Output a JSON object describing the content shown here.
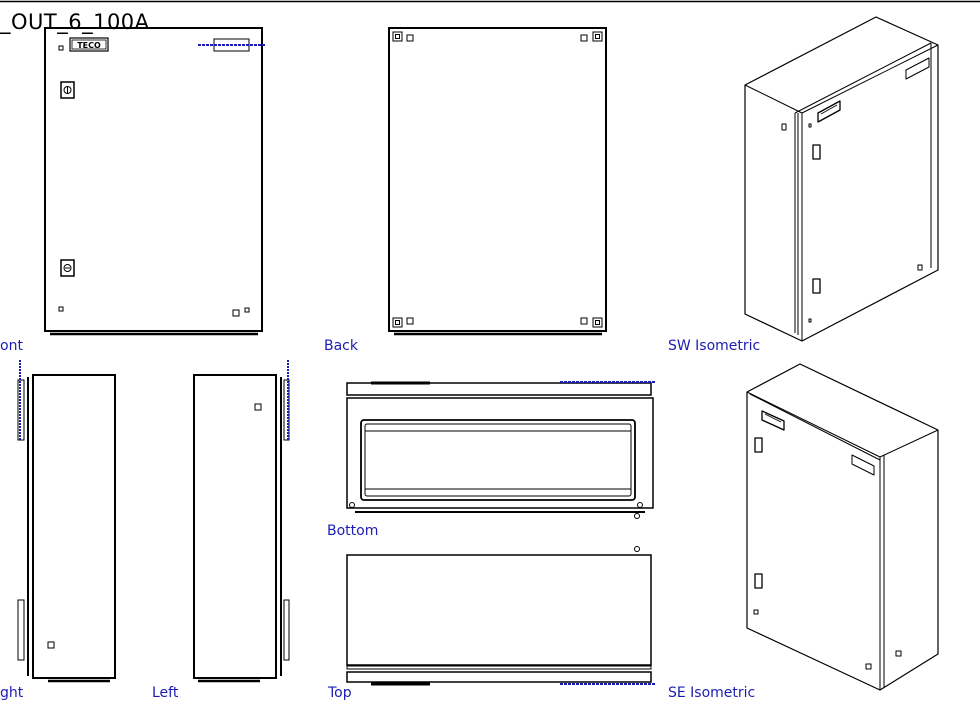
{
  "drawing": {
    "title": "_OUT_6_100A",
    "brand": "TECO",
    "label_color": "#1c1cb4",
    "line_color": "#000000",
    "views": {
      "front": "ont",
      "back": "Back",
      "sw_iso": "SW Isometric",
      "right": "ght",
      "left": "Left",
      "bottom": "Bottom",
      "top": "Top",
      "se_iso": "SE Isometric"
    }
  }
}
